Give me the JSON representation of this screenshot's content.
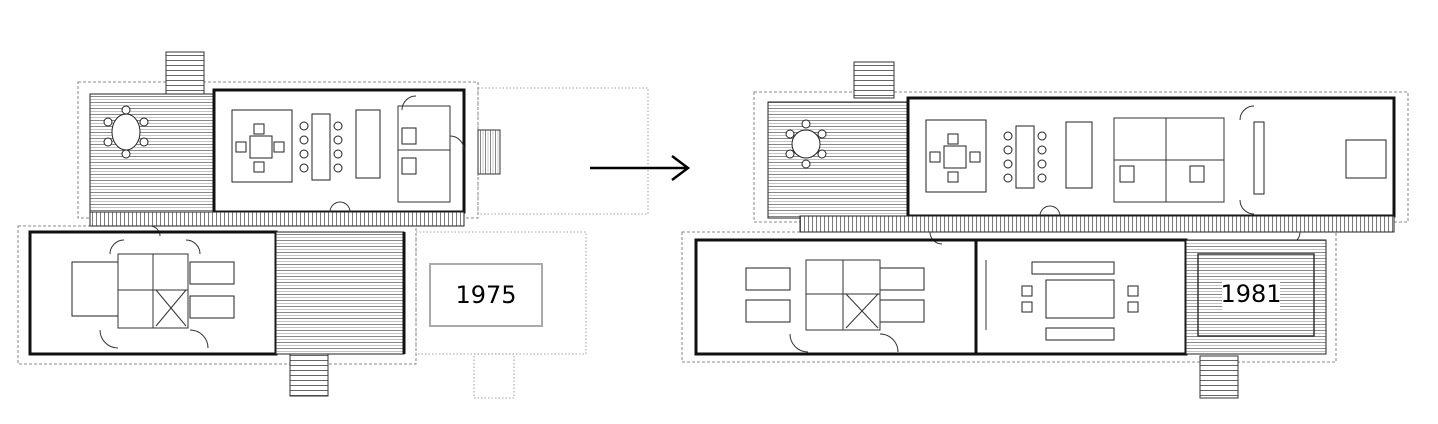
{
  "plans": [
    {
      "id": "plan-1975",
      "year_label": "1975"
    },
    {
      "id": "plan-1981",
      "year_label": "1981"
    }
  ],
  "arrow": {
    "direction": "right"
  }
}
